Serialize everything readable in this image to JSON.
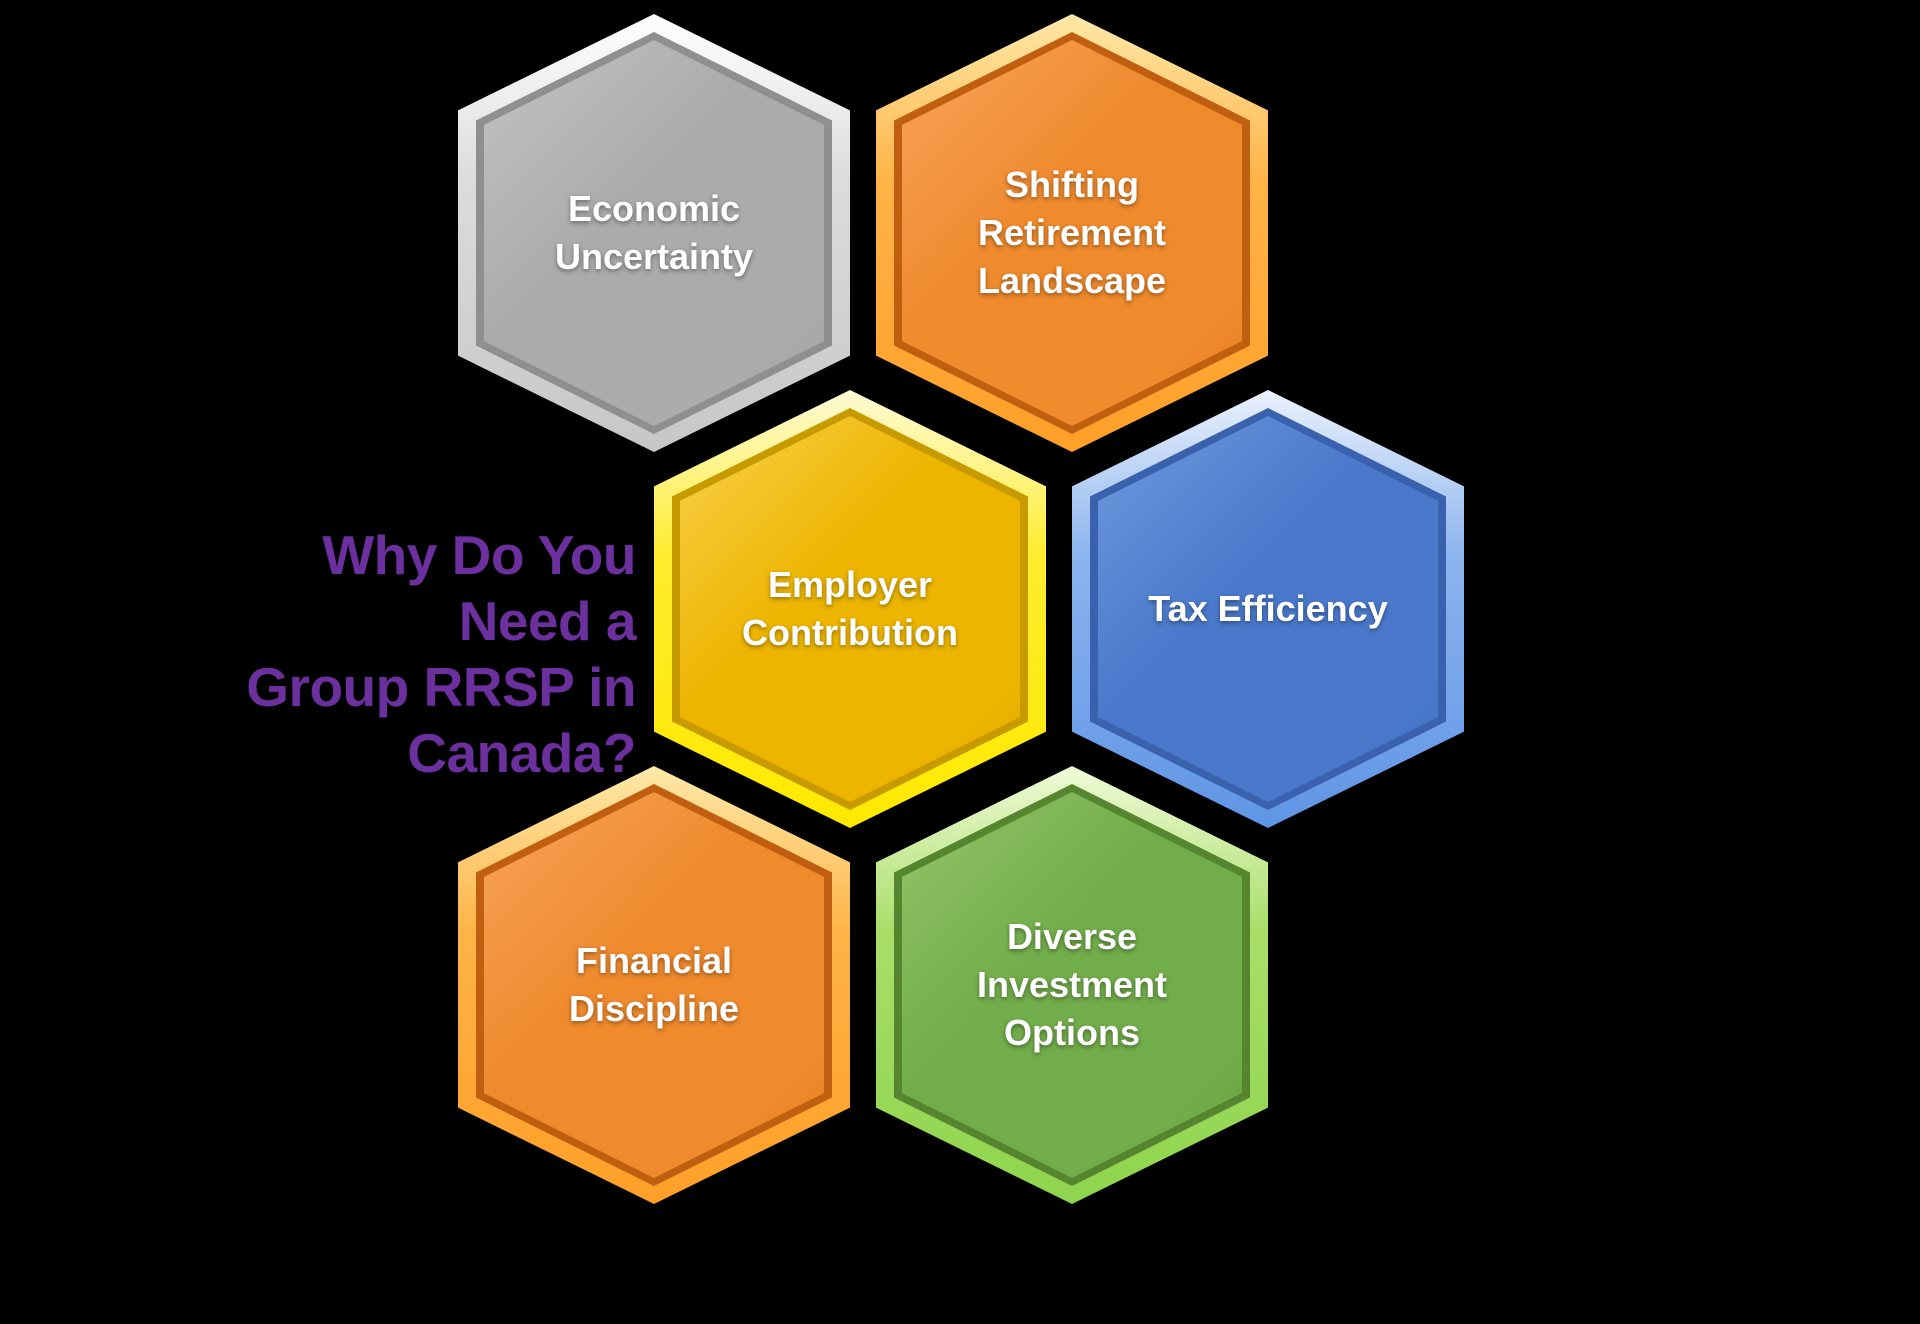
{
  "background_color": "#000000",
  "title": {
    "full_text": "Why Do You Need a Group RRSP in Canada?",
    "lines": [
      "Why Do You Need a",
      "Group RRSP in",
      "Canada?"
    ],
    "color": "#6B2F9E"
  },
  "label_text_color": "#FFFFFF",
  "hexagons": [
    {
      "id": "economic-uncertainty",
      "label": "Economic Uncertainty",
      "base_color": "#ABABAB",
      "colors": {
        "rim_top": "#FFFFFF",
        "rim_mid": "#DCDCDC",
        "rim_bottom": "#C7C7C7",
        "crease": "#8F8F8F",
        "body_light": "#C4C4C4",
        "body": "#ABABAB",
        "body_dark": "#A1A1A1"
      }
    },
    {
      "id": "shifting-retirement-landscape",
      "label": "Shifting Retirement Landscape",
      "base_color": "#EF8A2D",
      "colors": {
        "rim_top": "#FFE9A8",
        "rim_mid": "#FFB347",
        "rim_bottom": "#FF9F28",
        "crease": "#C05F10",
        "body_light": "#F8A45C",
        "body": "#EF8A2D",
        "body_dark": "#E87C1F"
      }
    },
    {
      "id": "employer-contribution",
      "label": "Employer Contribution",
      "base_color": "#EDB500",
      "colors": {
        "rim_top": "#FFFBD6",
        "rim_mid": "#FFEC2E",
        "rim_bottom": "#FFE900",
        "crease": "#C79B00",
        "body_light": "#FAD14E",
        "body": "#EDB500",
        "body_dark": "#E2AB00"
      }
    },
    {
      "id": "tax-efficiency",
      "label": "Tax Efficiency",
      "base_color": "#4A79CC",
      "colors": {
        "rim_top": "#EAF2FD",
        "rim_mid": "#8CB4EE",
        "rim_bottom": "#5F95E6",
        "crease": "#3A61AE",
        "body_light": "#6F9BDC",
        "body": "#4A79CC",
        "body_dark": "#4070C0"
      }
    },
    {
      "id": "financial-discipline",
      "label": "Financial Discipline",
      "base_color": "#EF8A2D",
      "colors": {
        "rim_top": "#FFE9A8",
        "rim_mid": "#FFB347",
        "rim_bottom": "#FF9F28",
        "crease": "#C05F10",
        "body_light": "#F8A45C",
        "body": "#EF8A2D",
        "body_dark": "#E87C1F"
      }
    },
    {
      "id": "diverse-investment-options",
      "label": "Diverse Investment Options",
      "base_color": "#72AD4B",
      "colors": {
        "rim_top": "#F0FAD8",
        "rim_mid": "#A8DE68",
        "rim_bottom": "#8FD44E",
        "crease": "#55852F",
        "body_light": "#94C569",
        "body": "#72AD4B",
        "body_dark": "#689E40"
      }
    }
  ]
}
